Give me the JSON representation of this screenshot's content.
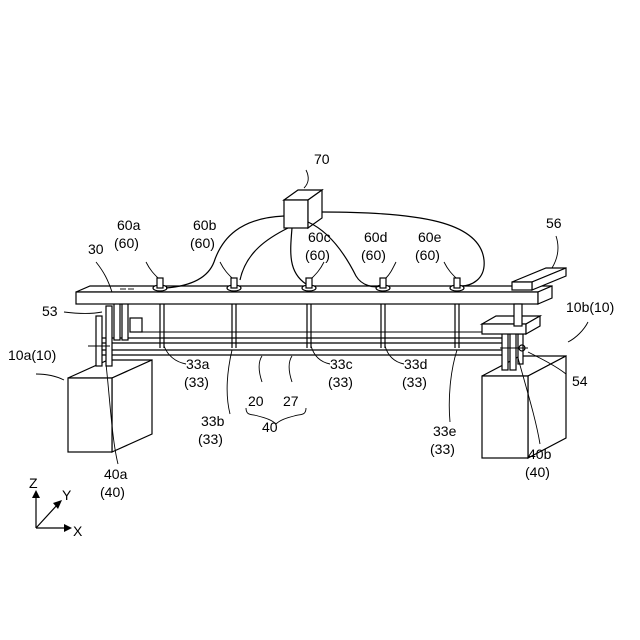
{
  "labels": {
    "controller": "70",
    "sensor_a": "60a",
    "sensor_a_group": "(60)",
    "sensor_b": "60b",
    "sensor_b_group": "(60)",
    "sensor_c": "60c",
    "sensor_c_group": "(60)",
    "sensor_d": "60d",
    "sensor_d_group": "(60)",
    "sensor_e": "60e",
    "sensor_e_group": "(60)",
    "beam": "30",
    "plate": "56",
    "part_53": "53",
    "support_right": "10b(10)",
    "support_left": "10a(10)",
    "rod_a": "33a",
    "rod_a_group": "(33)",
    "rod_b": "33b",
    "rod_b_group": "(33)",
    "rod_c": "33c",
    "rod_c_group": "(33)",
    "rod_d": "33d",
    "rod_d_group": "(33)",
    "rod_e": "33e",
    "rod_e_group": "(33)",
    "part_54": "54",
    "part_20": "20",
    "part_27": "27",
    "part_40": "40",
    "clamp_a": "40a",
    "clamp_a_group": "(40)",
    "clamp_b": "40b",
    "clamp_b_group": "(40)",
    "axis_z": "Z",
    "axis_y": "Y",
    "axis_x": "X"
  }
}
